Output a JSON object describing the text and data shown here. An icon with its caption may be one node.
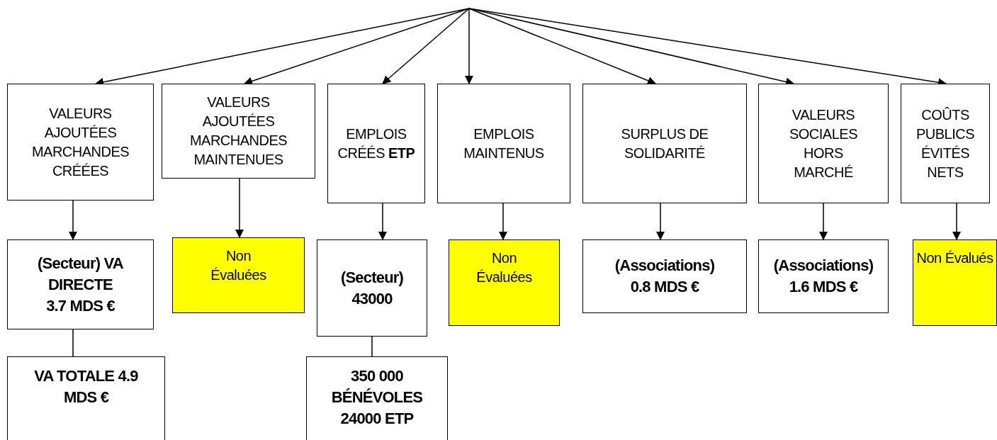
{
  "diagram": {
    "nodes": [
      {
        "text": [
          "VALEURS AJOUTÉES MARCHANDES CRÉÉES"
        ]
      },
      {
        "text": [
          "VALEURS AJOUTÉES MARCHANDES MAINTENUES"
        ]
      },
      {
        "text": [
          "EMPLOIS CRÉÉS **ETP**"
        ]
      },
      {
        "text": [
          "EMPLOIS MAINTENUS"
        ]
      },
      {
        "text": [
          "SURPLUS DE SOLIDARITÉ"
        ]
      },
      {
        "text": [
          "VALEURS SOCIALES HORS MARCHÉ"
        ]
      },
      {
        "text": [
          "COÛTS PUBLICS ÉVITÉS NETS"
        ]
      },
      {
        "text": [
          "(Secteur) VA DIRECTE",
          "3.7 MDS €"
        ]
      },
      {
        "text": [
          "Non Évaluées"
        ]
      },
      {
        "text": [
          "(Secteur)",
          "43000"
        ]
      },
      {
        "text": [
          "Non Évaluées"
        ]
      },
      {
        "text": [
          "(Associations)",
          "0.8 MDS €"
        ]
      },
      {
        "text": [
          "(Associations)",
          "1.6 MDS €"
        ]
      },
      {
        "text": [
          "Non Évalués"
        ]
      },
      {
        "text": [
          "VA TOTALE 4.9 MDS €"
        ]
      },
      {
        "text": [
          "350 000 BÉNÉVOLES 24000 ETP"
        ]
      }
    ],
    "edges": [
      {
        "from": null,
        "to": 0,
        "arrow": "to"
      },
      {
        "from": null,
        "to": 1,
        "arrow": "to"
      },
      {
        "from": null,
        "to": 2,
        "arrow": "to"
      },
      {
        "from": null,
        "to": 3,
        "arrow": "to"
      },
      {
        "from": null,
        "to": 4,
        "arrow": "to"
      },
      {
        "from": null,
        "to": 5,
        "arrow": "to"
      },
      {
        "from": null,
        "to": 6,
        "arrow": "to"
      },
      {
        "from": 0,
        "to": 7,
        "arrow": "to"
      },
      {
        "from": 1,
        "to": 8,
        "arrow": "to"
      },
      {
        "from": 2,
        "to": 9,
        "arrow": "to"
      },
      {
        "from": 3,
        "to": 10,
        "arrow": "to"
      },
      {
        "from": 4,
        "to": 11,
        "arrow": "to"
      },
      {
        "from": 5,
        "to": 12,
        "arrow": "to"
      },
      {
        "from": 6,
        "to": 13,
        "arrow": "to"
      },
      {
        "from": 7,
        "to": 14,
        "arrow": "none"
      },
      {
        "from": 9,
        "to": 15,
        "arrow": "none"
      }
    ]
  }
}
